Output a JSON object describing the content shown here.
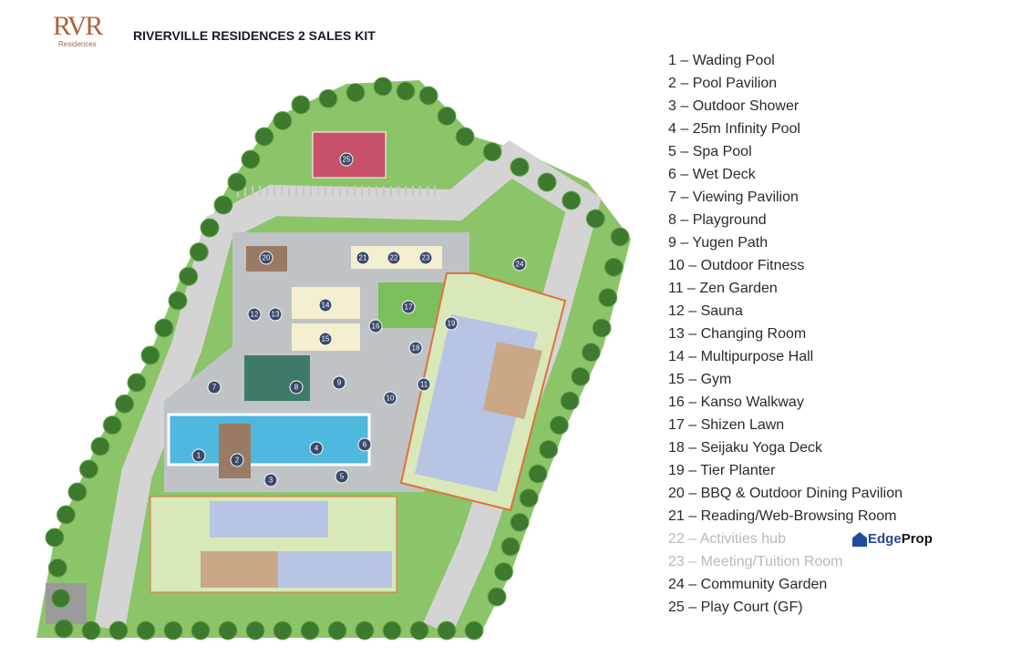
{
  "header": {
    "logo_text": "RVR",
    "logo_subtext": "Residences",
    "title": "RIVERVILLE RESIDENCES 2 SALES KIT"
  },
  "legend": [
    "1 – Wading Pool",
    "2 – Pool Pavilion",
    "3 – Outdoor Shower",
    "4 – 25m Infinity Pool",
    "5 – Spa Pool",
    "6 – Wet Deck",
    "7 – Viewing Pavilion",
    "8 – Playground",
    "9 – Yugen Path",
    "10 – Outdoor Fitness",
    "11 – Zen Garden",
    "12 – Sauna",
    "13 – Changing Room",
    "14 – Multipurpose Hall",
    "15 – Gym",
    "16 – Kanso Walkway",
    "17 – Shizen Lawn",
    "18 – Seijaku Yoga Deck",
    "19 – Tier Planter",
    "20 – BBQ & Outdoor Dining Pavilion",
    "21 – Reading/Web-Browsing Room",
    "22 – Activities hub",
    "23 – Meeting/Tuition Room",
    "24 – Community Garden",
    "25 – Play Court (GF)"
  ],
  "watermark": {
    "part1": "Edge",
    "part2": "Prop"
  },
  "markers": [
    "1",
    "2",
    "3",
    "4",
    "5",
    "6",
    "7",
    "8",
    "9",
    "10",
    "11",
    "12",
    "13",
    "14",
    "15",
    "16",
    "17",
    "18",
    "19",
    "20",
    "21",
    "22",
    "23",
    "24",
    "25"
  ],
  "colors": {
    "grass": "#8cc46a",
    "road": "#d4d4d4",
    "tree": "#3d7a2e",
    "pool": "#4fb8df",
    "deck": "#9a7a62",
    "court": "#c8506a",
    "block_blue": "#b8c4e4",
    "block_tan": "#caa886",
    "block_green": "#d8e8b8"
  }
}
